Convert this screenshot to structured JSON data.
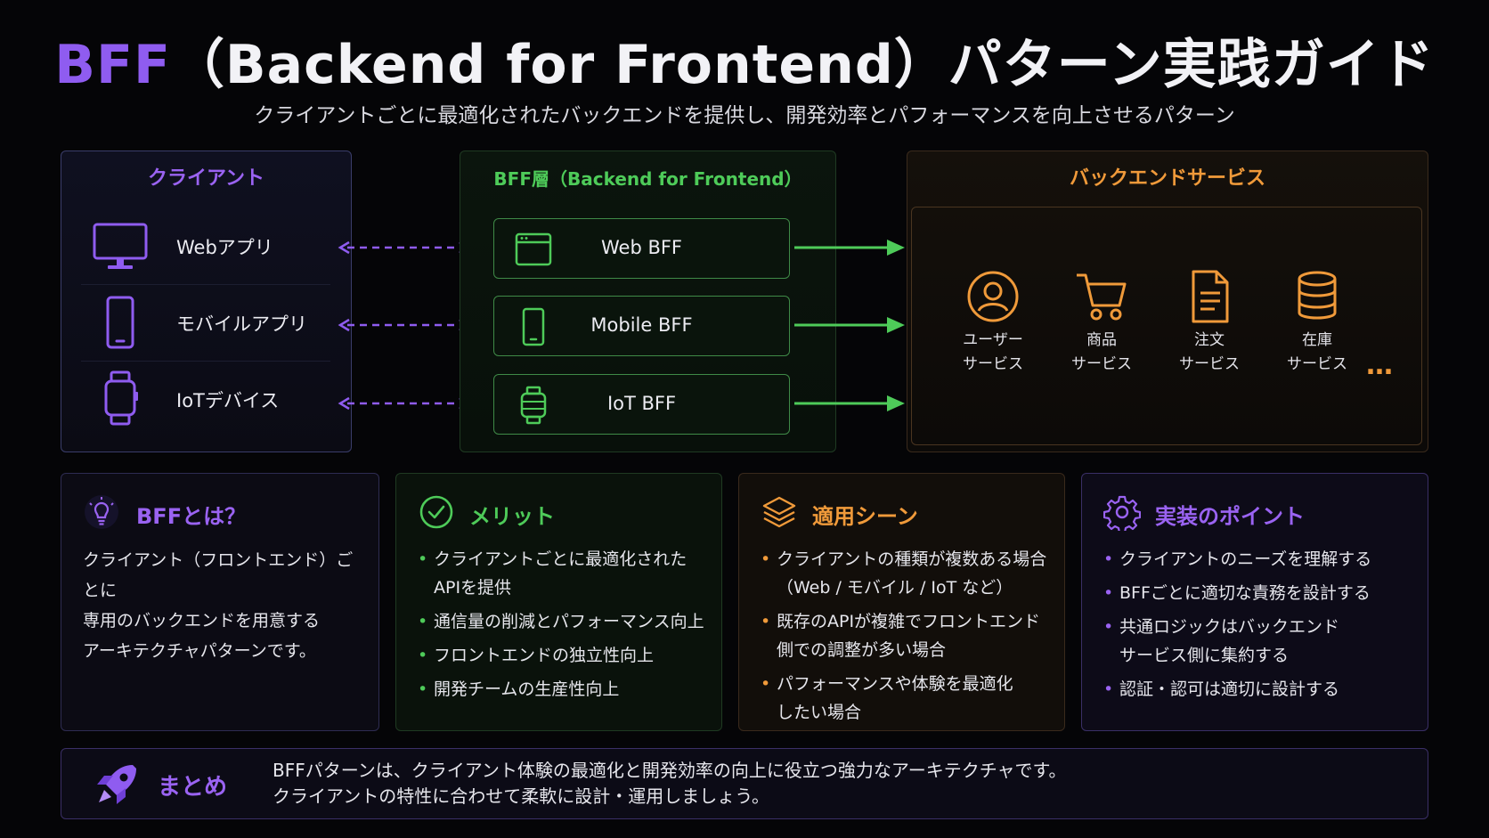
{
  "title": {
    "accent": "BFF",
    "rest": "（Backend for Frontend）パターン実践ガイド"
  },
  "subtitle": "クライアントごとに最適化されたバックエンドを提供し、開発効率とパフォーマンスを向上させるパターン",
  "clients": {
    "heading": "クライアント",
    "items": [
      {
        "label": "Webアプリ",
        "icon": "monitor-icon"
      },
      {
        "label": "モバイルアプリ",
        "icon": "smartphone-icon"
      },
      {
        "label": "IoTデバイス",
        "icon": "smartwatch-icon"
      }
    ]
  },
  "bff": {
    "heading": "BFF層（Backend for Frontend）",
    "items": [
      {
        "label": "Web BFF",
        "icon": "browser-window-icon"
      },
      {
        "label": "Mobile BFF",
        "icon": "smartphone-icon"
      },
      {
        "label": "IoT BFF",
        "icon": "smartwatch-icon"
      }
    ]
  },
  "backend": {
    "heading": "バックエンドサービス",
    "services": [
      {
        "label": "ユーザー\nサービス",
        "icon": "user-icon"
      },
      {
        "label": "商品\nサービス",
        "icon": "cart-icon"
      },
      {
        "label": "注文\nサービス",
        "icon": "document-icon"
      },
      {
        "label": "在庫\nサービス",
        "icon": "database-icon"
      }
    ],
    "more": "…"
  },
  "cards": {
    "what": {
      "title": "BFFとは？",
      "icon": "lightbulb-icon",
      "body": "クライアント（フロントエンド）ごとに\n専用のバックエンドを用意する\nアーキテクチャパターンです。"
    },
    "merits": {
      "title": "メリット",
      "icon": "check-circle-icon",
      "items": [
        "クライアントごとに最適化された\nAPIを提供",
        "通信量の削減とパフォーマンス向上",
        "フロントエンドの独立性向上",
        "開発チームの生産性向上"
      ]
    },
    "usecases": {
      "title": "適用シーン",
      "icon": "layers-icon",
      "items": [
        "クライアントの種類が複数ある場合\n（Web / モバイル / IoT など）",
        "既存のAPIが複雑でフロントエンド\n側での調整が多い場合",
        "パフォーマンスや体験を最適化\nしたい場合"
      ]
    },
    "points": {
      "title": "実装のポイント",
      "icon": "gear-icon",
      "items": [
        "クライアントのニーズを理解する",
        "BFFごとに適切な責務を設計する",
        "共通ロジックはバックエンド\nサービス側に集約する",
        "認証・認可は適切に設計する"
      ]
    }
  },
  "summary": {
    "title": "まとめ",
    "icon": "rocket-icon",
    "body": "BFFパターンは、クライアント体験の最適化と開発効率の向上に役立つ強力なアーキテクチャです。\nクライアントの特性に合わせて柔軟に設計・運用しましょう。"
  },
  "colors": {
    "purple": "#9a63f2",
    "green": "#4ecb59",
    "orange": "#f09a3a",
    "background": "#050507"
  }
}
